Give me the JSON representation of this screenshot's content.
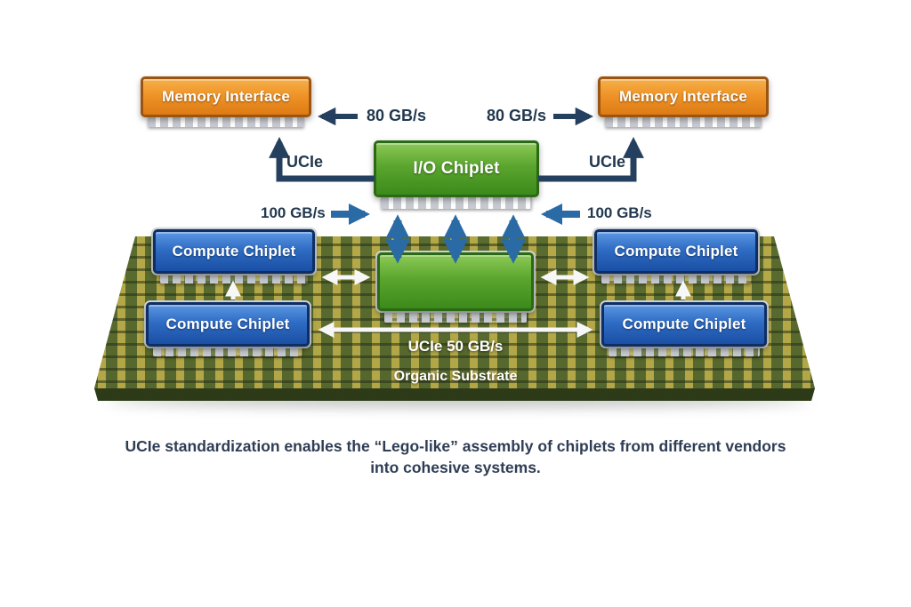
{
  "colors": {
    "memory_chip": "#ef9428",
    "io_chiplet": "#5aa52e",
    "compute_chiplet": "#2f6cc4",
    "substrate": "#55662c",
    "arrow_navy": "#24405e",
    "arrow_blue": "#2a6ba6",
    "arrow_white": "#f7f7f7",
    "caption_text": "#2e3d55"
  },
  "chips": {
    "memory_left": "Memory Interface",
    "memory_right": "Memory Interface",
    "io": "I/O Chiplet",
    "compute": "Compute Chiplet"
  },
  "labels": {
    "bw_memory_left": "80 GB/s",
    "bw_memory_right": "80 GB/s",
    "ucie_left": "UCIe",
    "ucie_right": "UCIe",
    "bw_io_left": "100 GB/s",
    "bw_io_right": "100 GB/s",
    "bw_substrate": "UCIe 50 GB/s",
    "substrate": "Organic Substrate"
  },
  "caption": {
    "line1": "UCIe standardization enables the “Lego-like” assembly of chiplets from different vendors",
    "line2": "into cohesive systems."
  }
}
